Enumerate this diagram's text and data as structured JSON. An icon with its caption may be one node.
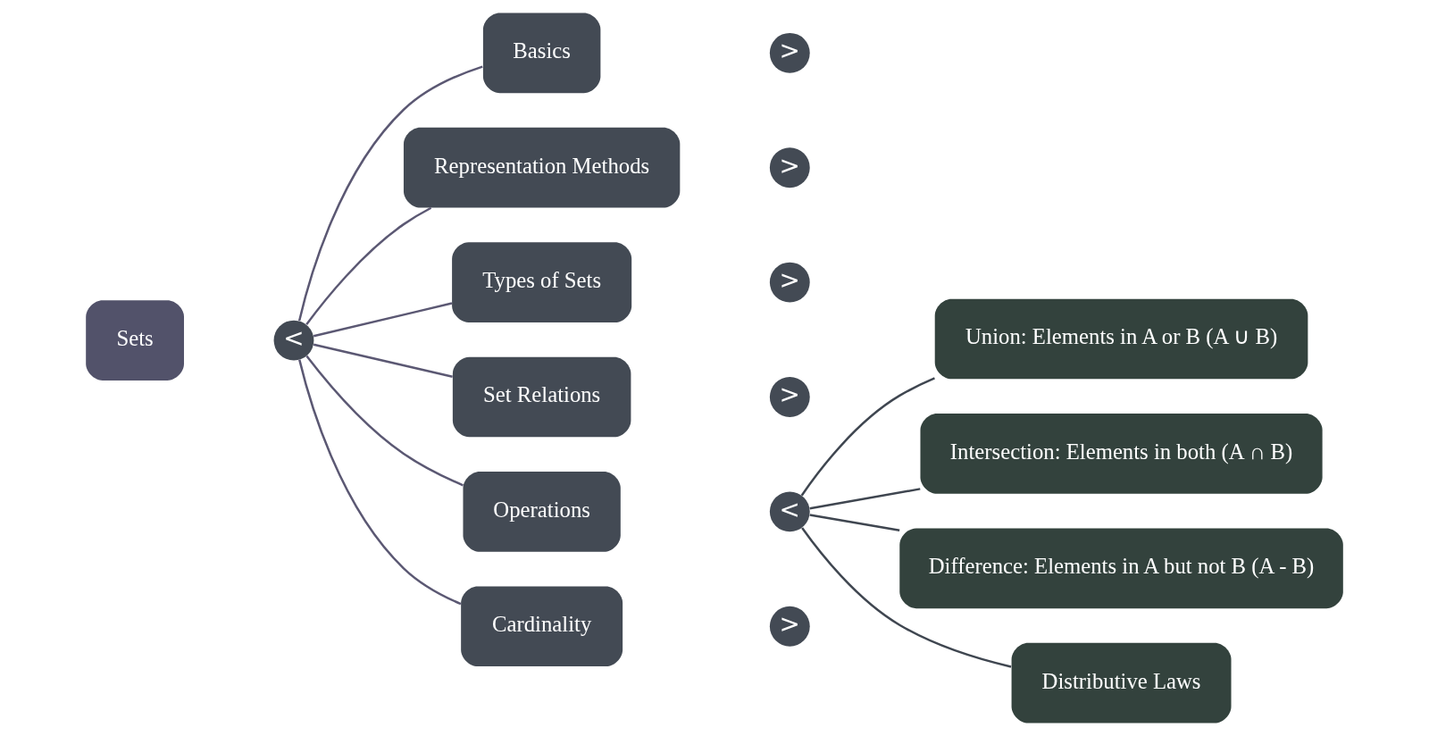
{
  "diagram": {
    "nodes": [
      {
        "text": [
          "Sets"
        ]
      },
      {
        "text": [
          "<"
        ]
      },
      {
        "text": [
          "Basics"
        ]
      },
      {
        "text": [
          ">"
        ]
      },
      {
        "text": [
          "Representation Methods"
        ]
      },
      {
        "text": [
          ">"
        ]
      },
      {
        "text": [
          "Types of Sets"
        ]
      },
      {
        "text": [
          ">"
        ]
      },
      {
        "text": [
          "Set Relations"
        ]
      },
      {
        "text": [
          ">"
        ]
      },
      {
        "text": [
          "Operations"
        ]
      },
      {
        "text": [
          "<"
        ]
      },
      {
        "text": [
          "Union: Elements in A or B (A ∪ B)"
        ]
      },
      {
        "text": [
          "Intersection: Elements in both (A ∩ B)"
        ]
      },
      {
        "text": [
          "Difference: Elements in A but not B (A - B)"
        ]
      },
      {
        "text": [
          "Distributive Laws"
        ]
      },
      {
        "text": [
          "Cardinality"
        ]
      },
      {
        "text": [
          ">"
        ]
      }
    ],
    "edges": [
      {
        "from": 1,
        "to": 2,
        "arrow": "none"
      },
      {
        "from": 1,
        "to": 4,
        "arrow": "none"
      },
      {
        "from": 1,
        "to": 6,
        "arrow": "none"
      },
      {
        "from": 1,
        "to": 8,
        "arrow": "none"
      },
      {
        "from": 1,
        "to": 10,
        "arrow": "none"
      },
      {
        "from": 1,
        "to": 16,
        "arrow": "none"
      },
      {
        "from": 11,
        "to": 12,
        "arrow": "none",
        "color": "#3f4650"
      },
      {
        "from": 11,
        "to": 13,
        "arrow": "none",
        "color": "#3f4650"
      },
      {
        "from": 11,
        "to": 14,
        "arrow": "none",
        "color": "#3f4650"
      },
      {
        "from": 11,
        "to": 15,
        "arrow": "none",
        "color": "#3f4650"
      }
    ]
  }
}
